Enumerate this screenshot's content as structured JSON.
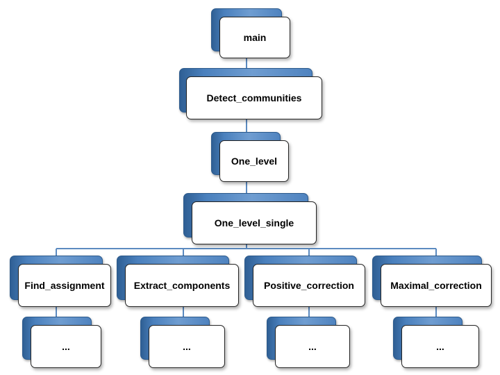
{
  "diagram": {
    "root": {
      "label": "main"
    },
    "level1": {
      "label": "Detect_communities"
    },
    "level2": {
      "label": "One_level"
    },
    "level3": {
      "label": "One_level_single"
    },
    "children": [
      {
        "label": "Find_assignment",
        "sub": "..."
      },
      {
        "label": "Extract_components",
        "sub": "..."
      },
      {
        "label": "Positive_correction",
        "sub": "..."
      },
      {
        "label": "Maximal_correction",
        "sub": "..."
      }
    ],
    "colors": {
      "box_blue": "#4a80bd",
      "connector": "#5b8ac0",
      "front_fill": "#ffffff"
    }
  }
}
